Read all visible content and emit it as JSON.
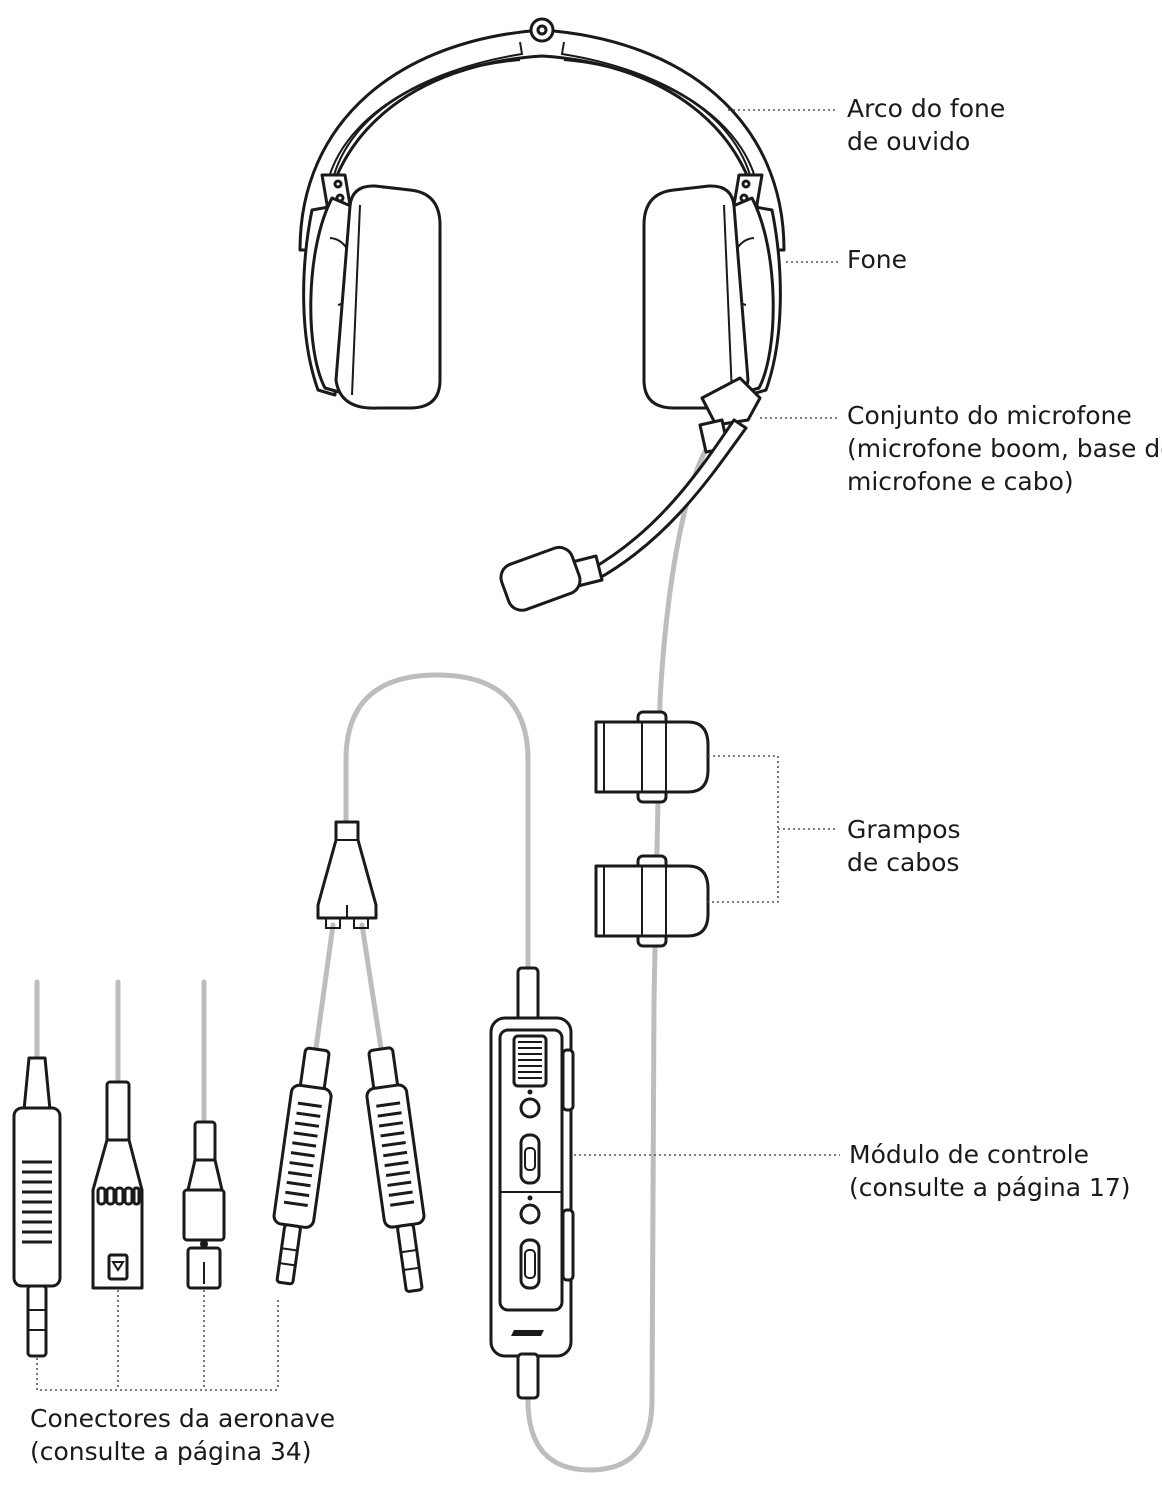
{
  "labels": {
    "headband": {
      "line1": "Arco do fone",
      "line2": "de ouvido"
    },
    "earcup": {
      "line1": "Fone"
    },
    "mic_assembly": {
      "line1": "Conjunto do microfone",
      "line2": "(microfone boom, base do",
      "line3": "microfone e cabo)"
    },
    "cable_clips": {
      "line1": "Grampos",
      "line2": "de cabos"
    },
    "control_module": {
      "line1": "Módulo de controle",
      "line2": "(consulte a página 17)"
    },
    "aircraft_connectors": {
      "line1": "Conectores da aeronave",
      "line2": "(consulte a página 34)"
    }
  },
  "colors": {
    "line": "#1a1a1a",
    "cable": "#bdbdbd",
    "leader": "#555555",
    "background": "#ffffff"
  },
  "components": [
    "headband",
    "left-earcup",
    "right-earcup",
    "boom-microphone",
    "cable-clip",
    "cable-clip",
    "y-splitter",
    "twin-plug",
    "twin-plug",
    "six-pin-plug",
    "five-pin-xlr-plug",
    "four-pin-plug",
    "single-plug",
    "control-module"
  ]
}
